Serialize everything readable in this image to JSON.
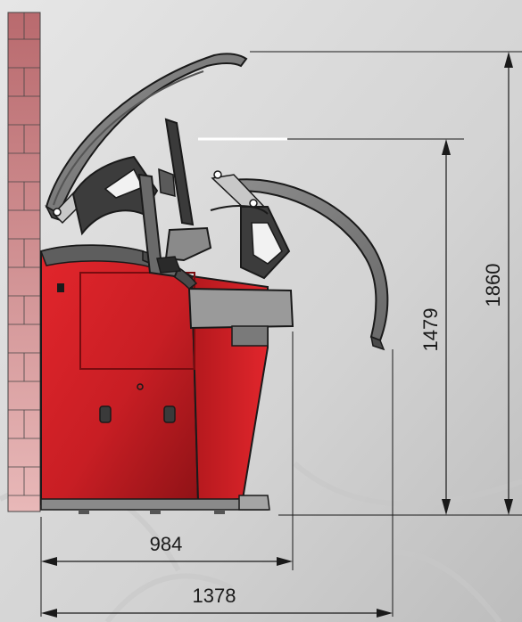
{
  "dimensions": {
    "depth_machine": "984",
    "depth_total": "1378",
    "height_monitor": "1479",
    "height_hood_open": "1860"
  },
  "colors": {
    "background": "#d9d9d9",
    "machine_red": "#d42026",
    "machine_dark_red": "#9e1418",
    "hood_grey": "#7d7d7d",
    "wall_brick": "#c9777b",
    "line": "#1a1a1a"
  }
}
